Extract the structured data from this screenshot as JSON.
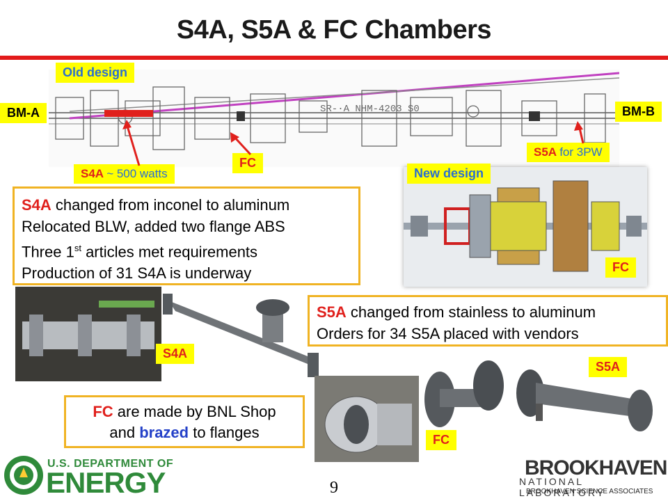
{
  "title": "S4A, S5A & FC Chambers",
  "labels": {
    "old_design": "Old design",
    "new_design": "New design",
    "bm_a": "BM-A",
    "bm_b": "BM-B",
    "fc_top": "FC",
    "fc_new": "FC",
    "fc_photo": "FC",
    "s4a_photo": "S4A",
    "s5a_photo": "S5A",
    "s4a_callout_name": "S4A",
    "s4a_callout_rest": "~ 500 watts",
    "s5a_callout_name": "S5A",
    "s5a_callout_rest": "for 3PW",
    "drawing_text": "SR-·A NHM-4203 S0"
  },
  "s4a_box": {
    "line1_name": "S4A",
    "line1_rest": " changed from inconel to aluminum",
    "line2": "Relocated BLW, added two flange ABS",
    "line3_pre": "Three 1",
    "line3_sup": "st",
    "line3_post": " articles met requirements",
    "line4": "Production of 31 S4A is underway"
  },
  "s5a_box": {
    "line1_name": "S5A",
    "line1_rest": " changed from stainless to aluminum",
    "line2": "Orders for 34 S5A placed with vendors"
  },
  "fc_box": {
    "line1_name": "FC",
    "line1_rest": " are made by BNL Shop",
    "line2_pre": "and ",
    "line2_em": "brazed",
    "line2_post": " to flanges"
  },
  "footer": {
    "doe_top": "U.S. DEPARTMENT OF",
    "doe_bottom": "ENERGY",
    "page": "9",
    "bnl_top": "BROOKHAVEN",
    "bnl_bottom": "NATIONAL LABORATORY",
    "bnl_assoc": "BROOKHAVEN SCIENCE ASSOCIATES"
  },
  "colors": {
    "accent_red": "#e31b1b",
    "highlight_yellow": "#ffff00",
    "box_border": "#f0b323",
    "blue_text": "#2a6fd0",
    "doe_green": "#2f8a3a"
  }
}
